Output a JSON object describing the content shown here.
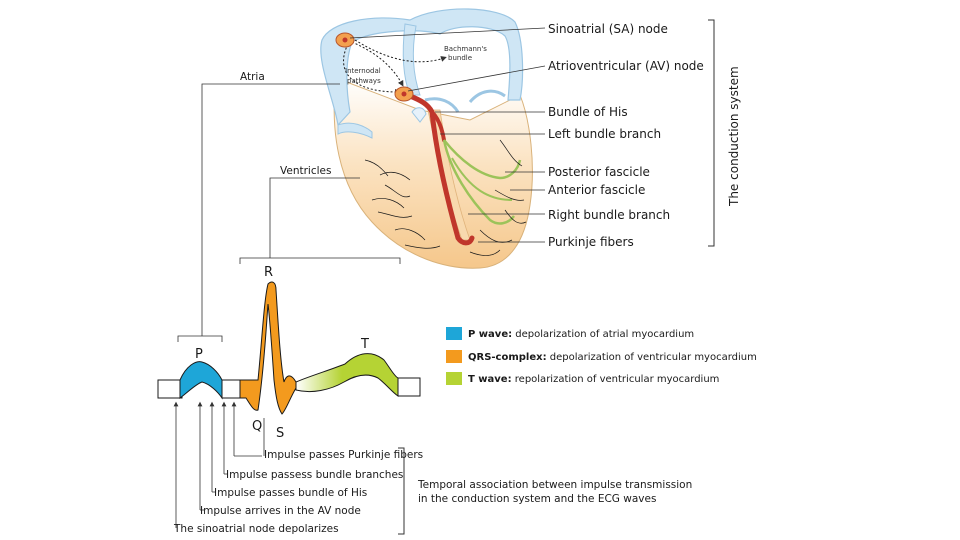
{
  "heart": {
    "labels": {
      "sa_node": "Sinoatrial (SA) node",
      "av_node": "Atrioventricular (AV) node",
      "bundle_his": "Bundle of His",
      "left_bundle": "Left bundle branch",
      "posterior_fascicle": "Posterior fascicle",
      "anterior_fascicle": "Anterior fascicle",
      "right_bundle": "Right bundle branch",
      "purkinje": "Purkinje fibers",
      "bachmann_line1": "Bachmann's",
      "bachmann_line2": "bundle",
      "internodal_line1": "Internodal",
      "internodal_line2": "pathways",
      "atria": "Atria",
      "ventricles": "Ventricles"
    },
    "system_title": "The conduction system"
  },
  "ecg": {
    "letters": {
      "p": "P",
      "r": "R",
      "t": "T",
      "q": "Q",
      "s": "S"
    },
    "events": [
      "Impulse passes Purkinje fibers",
      "Impulse passess bundle branches",
      "Impulse passes bundle of His",
      "Impulse arrives in the AV node",
      "The sinoatrial node depolarizes"
    ],
    "note_line1": "Temporal association between impulse transmission",
    "note_line2": "in the conduction system and the ECG waves"
  },
  "legend": {
    "items": [
      {
        "color": "#1ea6d8",
        "key": "P wave:",
        "desc": " depolarization of atrial myocardium"
      },
      {
        "color": "#f39a1e",
        "key": "QRS-complex:",
        "desc": " depolarization of ventricular myocardium"
      },
      {
        "color": "#b5d334",
        "key": "T wave:",
        "desc": " repolarization of ventricular myocardium"
      }
    ]
  },
  "colors": {
    "atria_fill": "#cfe6f5",
    "ventricle_fill": "#f7cf99",
    "conduction_red": "#c0362b",
    "fascicle_green": "#9cc35a",
    "p_wave": "#1ea6d8",
    "qrs": "#f39a1e",
    "t_wave": "#b5d334"
  }
}
